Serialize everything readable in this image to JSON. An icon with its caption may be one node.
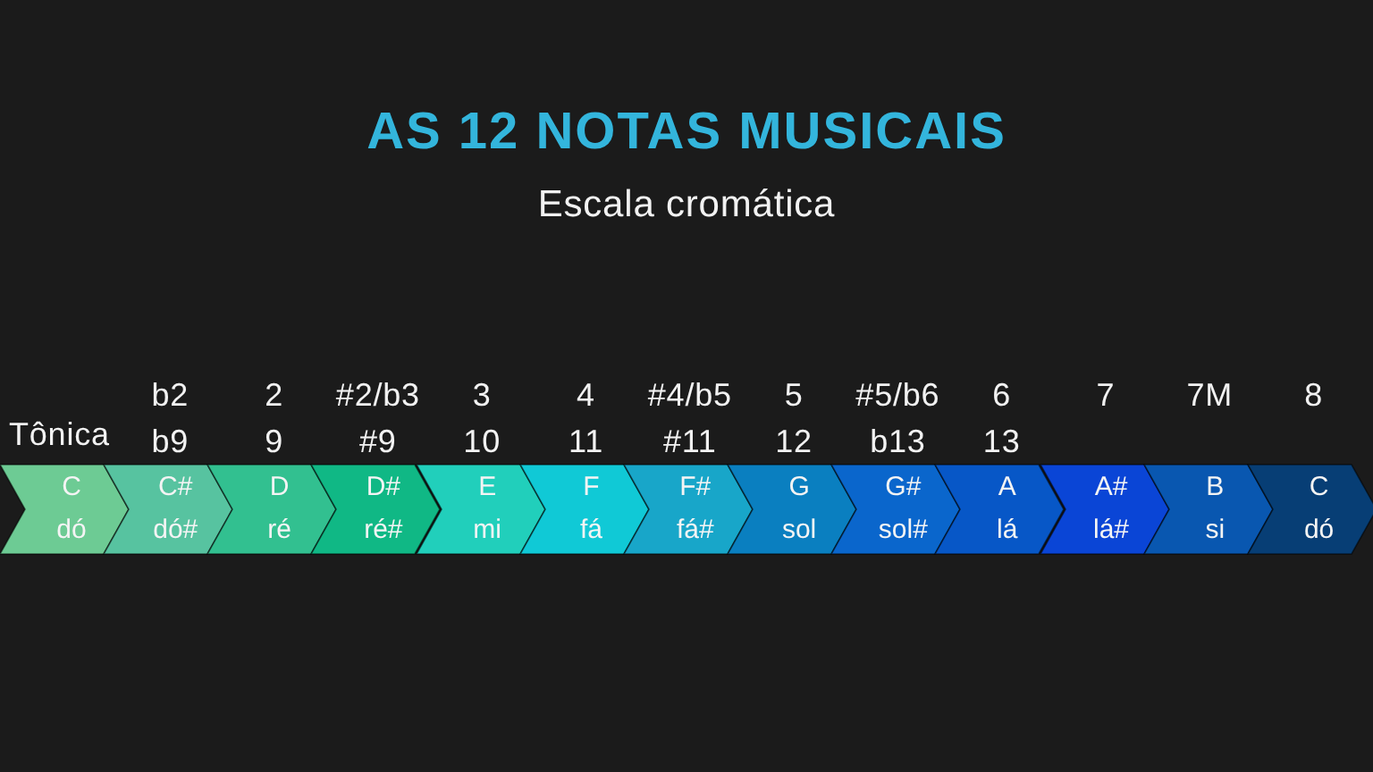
{
  "diagram": {
    "title": "AS 12 NOTAS MUSICAIS",
    "caption": "Escala cromática",
    "nodes": [
      {
        "text": [
          "C",
          "dó"
        ],
        "beside": [
          "Tônica"
        ]
      },
      {
        "text": [
          "C#",
          "dó#"
        ],
        "beside": [
          "b2",
          "b9"
        ]
      },
      {
        "text": [
          "D",
          "ré"
        ],
        "beside": [
          "2",
          "9"
        ]
      },
      {
        "text": [
          "D#",
          "ré#"
        ],
        "beside": [
          "#2/b3",
          "#9"
        ]
      },
      {
        "text": [
          "E",
          "mi"
        ],
        "beside": [
          "3",
          "10"
        ]
      },
      {
        "text": [
          "F",
          "fá"
        ],
        "beside": [
          "4",
          "11"
        ]
      },
      {
        "text": [
          "F#",
          "fá#"
        ],
        "beside": [
          "#4/b5",
          "#11"
        ]
      },
      {
        "text": [
          "G",
          "sol"
        ],
        "beside": [
          "5",
          "12"
        ]
      },
      {
        "text": [
          "G#",
          "sol#"
        ],
        "beside": [
          "#5/b6",
          "b13"
        ]
      },
      {
        "text": [
          "A",
          "lá"
        ],
        "beside": [
          "6",
          "13"
        ]
      },
      {
        "text": [
          "A#",
          "lá#"
        ],
        "beside": [
          "7"
        ]
      },
      {
        "text": [
          "B",
          "si"
        ],
        "beside": [
          "7M"
        ]
      },
      {
        "text": [
          "C",
          "dó"
        ],
        "beside": [
          "8"
        ]
      }
    ],
    "edges": []
  }
}
